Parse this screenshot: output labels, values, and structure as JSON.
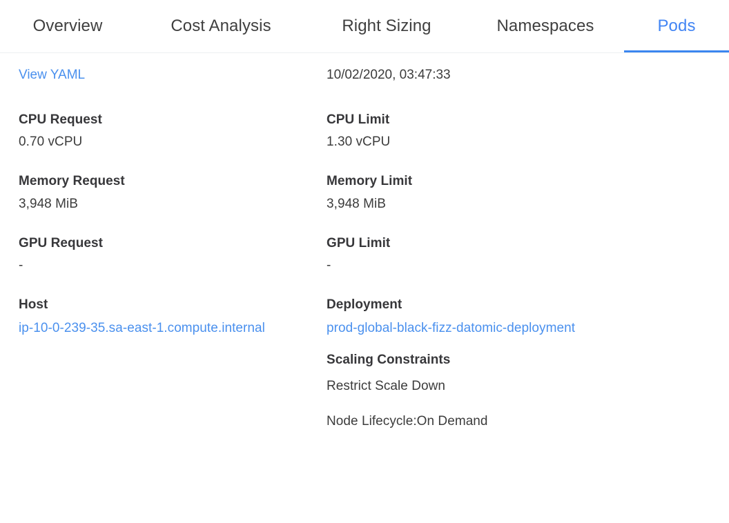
{
  "tabs": [
    {
      "id": "overview",
      "label": "Overview",
      "active": false
    },
    {
      "id": "cost",
      "label": "Cost Analysis",
      "active": false
    },
    {
      "id": "rightsizing",
      "label": "Right Sizing",
      "active": false
    },
    {
      "id": "namespaces",
      "label": "Namespaces",
      "active": false
    },
    {
      "id": "pods",
      "label": "Pods",
      "active": true
    }
  ],
  "colors": {
    "accent": "#3b86f0",
    "link": "#4a90ee",
    "label": "#37373a",
    "value": "#3c3c3c",
    "divider": "#eceff1",
    "background": "#ffffff"
  },
  "left_column": {
    "view_yaml_link": "View YAML",
    "cpu_request": {
      "label": "CPU Request",
      "value": "0.70 vCPU"
    },
    "memory_request": {
      "label": "Memory Request",
      "value": "3,948 MiB"
    },
    "gpu_request": {
      "label": "GPU Request",
      "value": "-"
    },
    "host": {
      "label": "Host",
      "value": "ip-10-0-239-35.sa-east-1.compute.internal"
    }
  },
  "right_column": {
    "timestamp": "10/02/2020, 03:47:33",
    "cpu_limit": {
      "label": "CPU Limit",
      "value": "1.30 vCPU"
    },
    "memory_limit": {
      "label": "Memory Limit",
      "value": "3,948 MiB"
    },
    "gpu_limit": {
      "label": "GPU Limit",
      "value": "-"
    },
    "deployment": {
      "label": "Deployment",
      "value": "prod-global-black-fizz-datomic-deployment"
    },
    "scaling_constraints": {
      "label": "Scaling Constraints",
      "items": [
        "Restrict Scale Down",
        "Node Lifecycle:On Demand"
      ]
    }
  }
}
